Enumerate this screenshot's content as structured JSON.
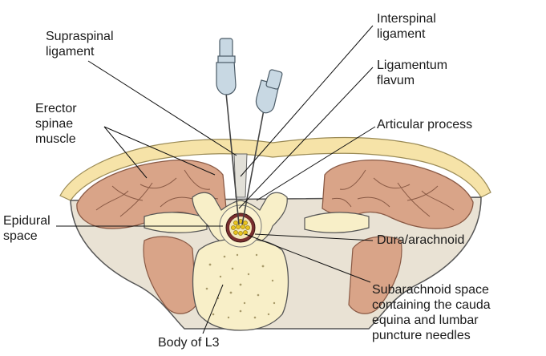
{
  "labels": {
    "supraspinal": "Supraspinal\nligament",
    "erector": "Erector\nspinae\nmuscle",
    "epidural": "Epidural\nspace",
    "body": "Body of L3",
    "interspinal": "Interspinal\nligament",
    "flavum": "Ligamentum\nflavum",
    "articular": "Articular process",
    "dura": "Dura/arachnoid",
    "subarachnoid": "Subarachnoid space\ncontaining the cauda\nequina and lumbar\npuncture needles"
  },
  "colors": {
    "skin": "#f6e3a8",
    "fat": "#fbf2cf",
    "muscle": "#d9a488",
    "muscle_line": "#8a5a45",
    "bone": "#f8efc8",
    "fascia": "#a8a8a8",
    "dura": "#7a2f2f",
    "nerve": "#e8c31e",
    "needle": "#c8d8e3",
    "leader": "#111111"
  }
}
